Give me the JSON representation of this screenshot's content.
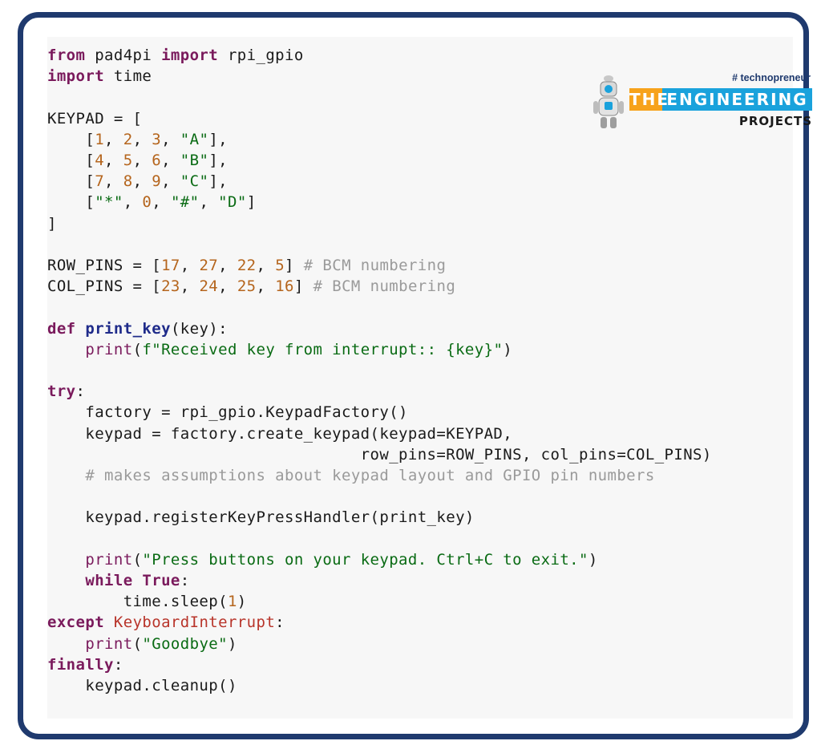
{
  "code_lines": [
    [
      {
        "t": "from",
        "c": "kw"
      },
      {
        "t": " pad4pi "
      },
      {
        "t": "import",
        "c": "kw"
      },
      {
        "t": " rpi_gpio"
      }
    ],
    [
      {
        "t": "import",
        "c": "kw"
      },
      {
        "t": " time"
      }
    ],
    [],
    [
      {
        "t": "KEYPAD = ["
      }
    ],
    [
      {
        "t": "    ["
      },
      {
        "t": "1",
        "c": "num"
      },
      {
        "t": ", "
      },
      {
        "t": "2",
        "c": "num"
      },
      {
        "t": ", "
      },
      {
        "t": "3",
        "c": "num"
      },
      {
        "t": ", "
      },
      {
        "t": "\"A\"",
        "c": "str"
      },
      {
        "t": "],"
      }
    ],
    [
      {
        "t": "    ["
      },
      {
        "t": "4",
        "c": "num"
      },
      {
        "t": ", "
      },
      {
        "t": "5",
        "c": "num"
      },
      {
        "t": ", "
      },
      {
        "t": "6",
        "c": "num"
      },
      {
        "t": ", "
      },
      {
        "t": "\"B\"",
        "c": "str"
      },
      {
        "t": "],"
      }
    ],
    [
      {
        "t": "    ["
      },
      {
        "t": "7",
        "c": "num"
      },
      {
        "t": ", "
      },
      {
        "t": "8",
        "c": "num"
      },
      {
        "t": ", "
      },
      {
        "t": "9",
        "c": "num"
      },
      {
        "t": ", "
      },
      {
        "t": "\"C\"",
        "c": "str"
      },
      {
        "t": "],"
      }
    ],
    [
      {
        "t": "    ["
      },
      {
        "t": "\"*\"",
        "c": "str"
      },
      {
        "t": ", "
      },
      {
        "t": "0",
        "c": "num"
      },
      {
        "t": ", "
      },
      {
        "t": "\"#\"",
        "c": "str"
      },
      {
        "t": ", "
      },
      {
        "t": "\"D\"",
        "c": "str"
      },
      {
        "t": "]"
      }
    ],
    [
      {
        "t": "]"
      }
    ],
    [],
    [
      {
        "t": "ROW_PINS = ["
      },
      {
        "t": "17",
        "c": "num"
      },
      {
        "t": ", "
      },
      {
        "t": "27",
        "c": "num"
      },
      {
        "t": ", "
      },
      {
        "t": "22",
        "c": "num"
      },
      {
        "t": ", "
      },
      {
        "t": "5",
        "c": "num"
      },
      {
        "t": "] "
      },
      {
        "t": "# BCM numbering",
        "c": "com"
      }
    ],
    [
      {
        "t": "COL_PINS = ["
      },
      {
        "t": "23",
        "c": "num"
      },
      {
        "t": ", "
      },
      {
        "t": "24",
        "c": "num"
      },
      {
        "t": ", "
      },
      {
        "t": "25",
        "c": "num"
      },
      {
        "t": ", "
      },
      {
        "t": "16",
        "c": "num"
      },
      {
        "t": "] "
      },
      {
        "t": "# BCM numbering",
        "c": "com"
      }
    ],
    [],
    [
      {
        "t": "def",
        "c": "kw"
      },
      {
        "t": " "
      },
      {
        "t": "print_key",
        "c": "fn"
      },
      {
        "t": "(key):"
      }
    ],
    [
      {
        "t": "    "
      },
      {
        "t": "print",
        "c": "bi"
      },
      {
        "t": "("
      },
      {
        "t": "f\"Received key from interrupt:: {key}\"",
        "c": "str"
      },
      {
        "t": ")"
      }
    ],
    [],
    [
      {
        "t": "try",
        "c": "kw"
      },
      {
        "t": ":"
      }
    ],
    [
      {
        "t": "    factory = rpi_gpio.KeypadFactory()"
      }
    ],
    [
      {
        "t": "    keypad = factory.create_keypad(keypad=KEYPAD,"
      }
    ],
    [
      {
        "t": "                                 row_pins=ROW_PINS, col_pins=COL_PINS)"
      }
    ],
    [
      {
        "t": "    "
      },
      {
        "t": "# makes assumptions about keypad layout and GPIO pin numbers",
        "c": "com"
      }
    ],
    [],
    [
      {
        "t": "    keypad.registerKeyPressHandler(print_key)"
      }
    ],
    [],
    [
      {
        "t": "    "
      },
      {
        "t": "print",
        "c": "bi"
      },
      {
        "t": "("
      },
      {
        "t": "\"Press buttons on your keypad. Ctrl+C to exit.\"",
        "c": "str"
      },
      {
        "t": ")"
      }
    ],
    [
      {
        "t": "    "
      },
      {
        "t": "while",
        "c": "kw"
      },
      {
        "t": " "
      },
      {
        "t": "True",
        "c": "kw"
      },
      {
        "t": ":"
      }
    ],
    [
      {
        "t": "        time.sleep("
      },
      {
        "t": "1",
        "c": "num"
      },
      {
        "t": ")"
      }
    ],
    [
      {
        "t": "except",
        "c": "kw"
      },
      {
        "t": " "
      },
      {
        "t": "KeyboardInterrupt",
        "c": "exc"
      },
      {
        "t": ":"
      }
    ],
    [
      {
        "t": "    "
      },
      {
        "t": "print",
        "c": "bi"
      },
      {
        "t": "("
      },
      {
        "t": "\"Goodbye\"",
        "c": "str"
      },
      {
        "t": ")"
      }
    ],
    [
      {
        "t": "finally",
        "c": "kw"
      },
      {
        "t": ":"
      }
    ],
    [
      {
        "t": "    keypad.cleanup()"
      }
    ]
  ],
  "logo": {
    "tag": "# technopreneur",
    "the": "THE",
    "engineering": "ENGINEERING",
    "projects": "PROJECTS"
  },
  "colors": {
    "frame_border": "#1f3a6e",
    "keyword": "#7a1a5c",
    "function_name": "#1f2b8a",
    "number": "#b5651d",
    "string": "#0a6b14",
    "comment": "#9a9a9a",
    "exception": "#b8342a"
  }
}
